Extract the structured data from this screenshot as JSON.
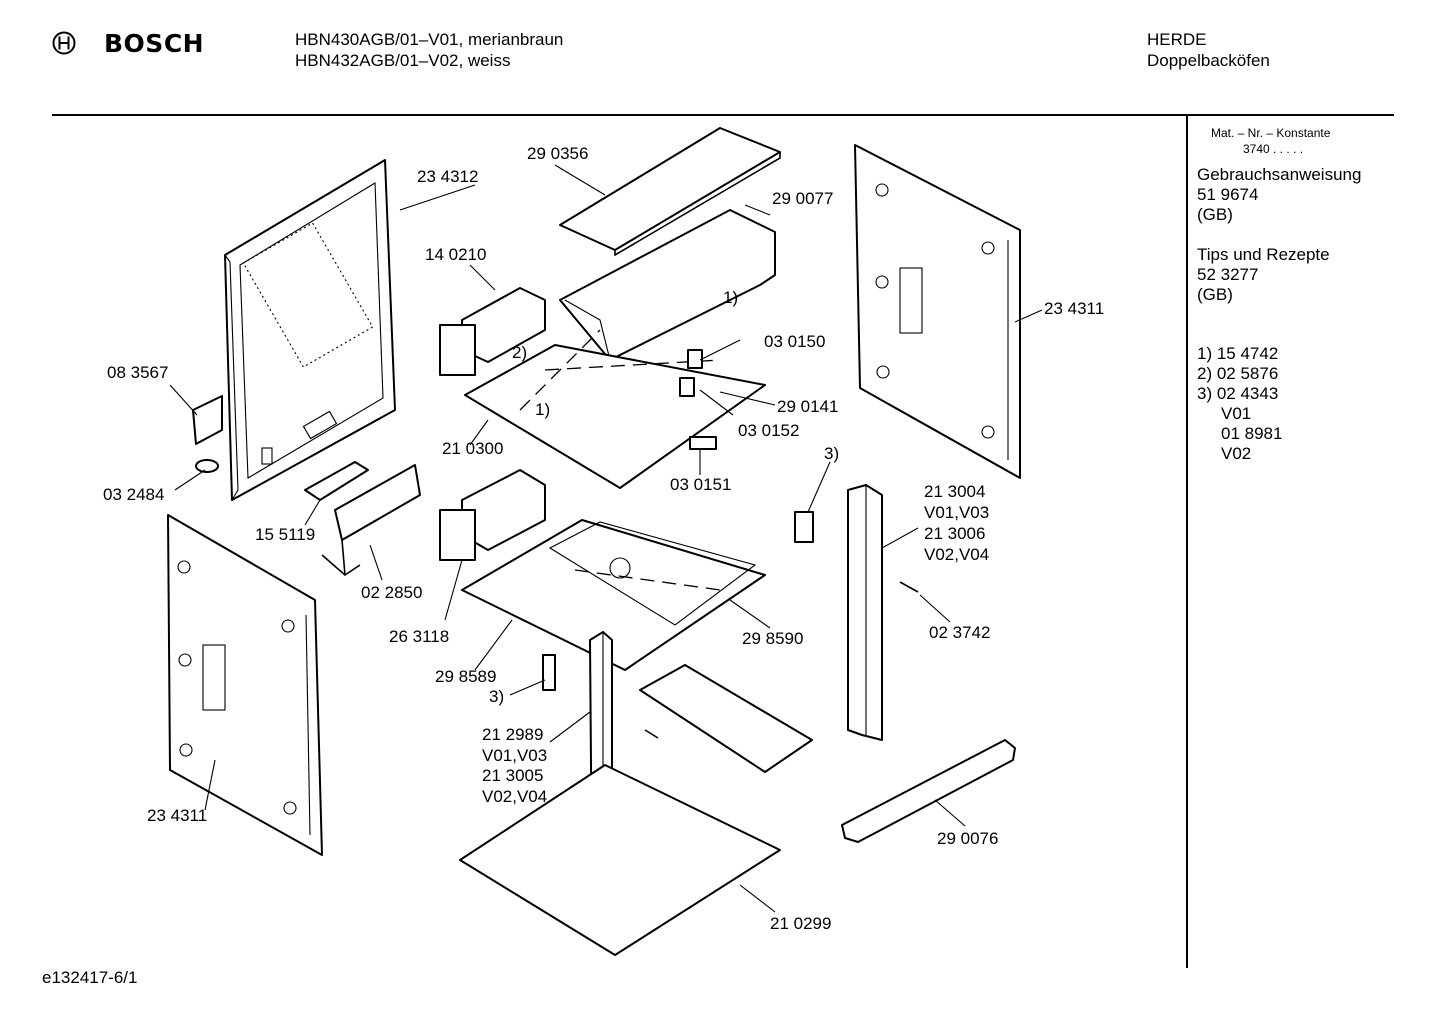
{
  "header": {
    "brand": "BOSCH",
    "model_line_1": "HBN430AGB/01–V01, merianbraun",
    "model_line_2": "HBN432AGB/01–V02, weiss",
    "category": "HERDE",
    "subcategory": "Doppelbacköfen"
  },
  "sidebar": {
    "mat_label": "Mat. – Nr. – Konstante",
    "mat_value": "3740  .  .  .  .  .",
    "manual_title": "Gebrauchsanweisung",
    "manual_number": "51 9674",
    "manual_lang": "(GB)",
    "tips_title": "Tips und Rezepte",
    "tips_number": "52 3277",
    "tips_lang": "(GB)",
    "notes": [
      "1) 15 4742",
      "2) 02 5876",
      "3) 02 4343",
      "V01",
      "01 8981",
      "V02"
    ]
  },
  "footer": {
    "drawing_id": "e132417-6/1"
  },
  "parts": [
    {
      "id": "p234312",
      "text": "23 4312"
    },
    {
      "id": "p290356",
      "text": "29 0356"
    },
    {
      "id": "p290077",
      "text": "29 0077"
    },
    {
      "id": "p140210",
      "text": "14 0210"
    },
    {
      "id": "p234311r",
      "text": "23 4311"
    },
    {
      "id": "p083567",
      "text": "08 3567"
    },
    {
      "id": "p1a",
      "text": "1)"
    },
    {
      "id": "p2a",
      "text": "2)"
    },
    {
      "id": "p030150",
      "text": "03 0150"
    },
    {
      "id": "p1b",
      "text": "1)"
    },
    {
      "id": "p290141",
      "text": "29 0141"
    },
    {
      "id": "p210300",
      "text": "21 0300"
    },
    {
      "id": "p030152",
      "text": "03 0152"
    },
    {
      "id": "p032484",
      "text": "03 2484"
    },
    {
      "id": "p030151",
      "text": "03 0151"
    },
    {
      "id": "p3a",
      "text": "3)"
    },
    {
      "id": "p213004",
      "text": "21 3004"
    },
    {
      "id": "pv0103a",
      "text": "V01,V03"
    },
    {
      "id": "p213006",
      "text": "21 3006"
    },
    {
      "id": "pv0204a",
      "text": "V02,V04"
    },
    {
      "id": "p155119",
      "text": "15 5119"
    },
    {
      "id": "p022850",
      "text": "02 2850"
    },
    {
      "id": "p023742",
      "text": "02 3742"
    },
    {
      "id": "p263118",
      "text": "26 3118"
    },
    {
      "id": "p298590",
      "text": "29 8590"
    },
    {
      "id": "p298589",
      "text": "29 8589"
    },
    {
      "id": "p3b",
      "text": "3)"
    },
    {
      "id": "p212989",
      "text": "21 2989"
    },
    {
      "id": "pv0103b",
      "text": "V01,V03"
    },
    {
      "id": "p213005",
      "text": "21 3005"
    },
    {
      "id": "pv0204b",
      "text": "V02,V04"
    },
    {
      "id": "p234311l",
      "text": "23 4311"
    },
    {
      "id": "p290076",
      "text": "29 0076"
    },
    {
      "id": "p210299",
      "text": "21 0299"
    }
  ]
}
